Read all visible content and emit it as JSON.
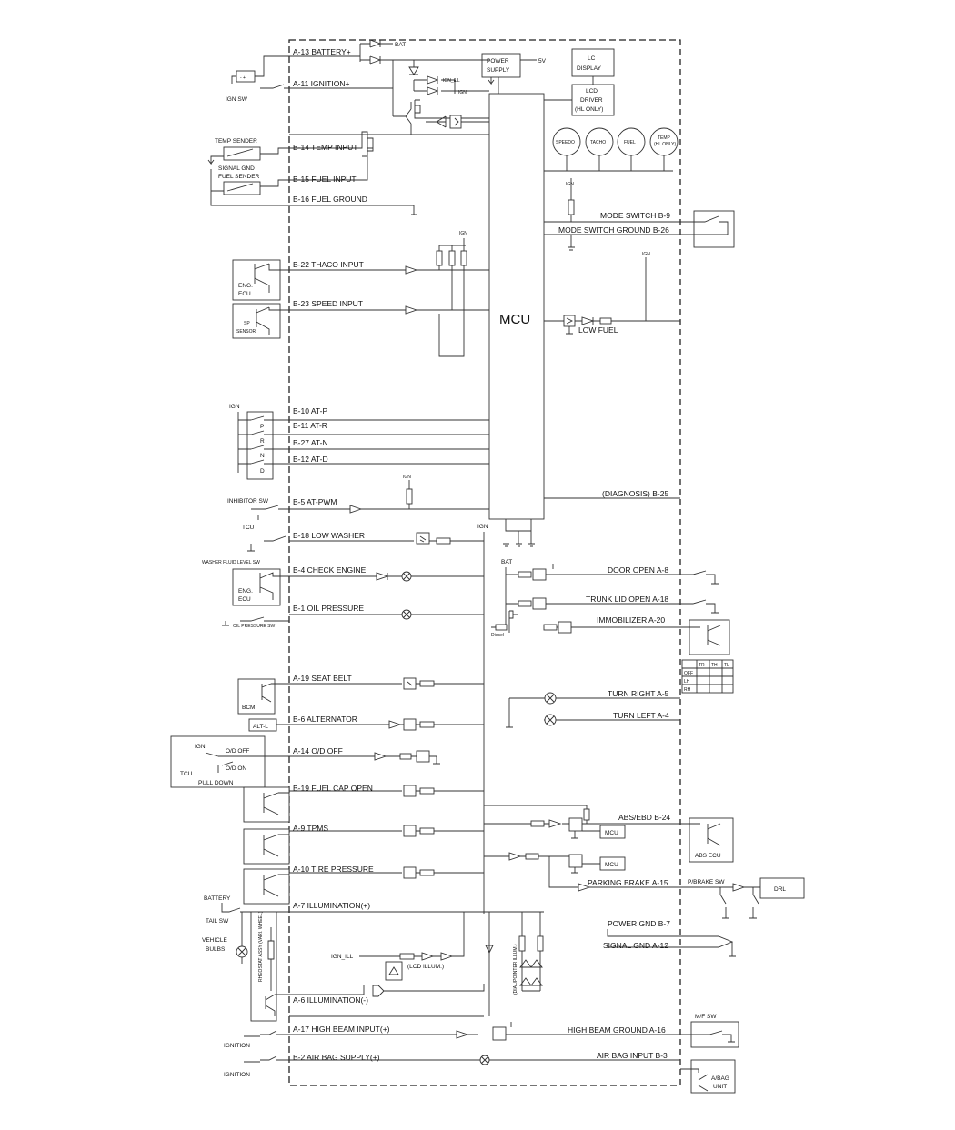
{
  "mcu_label": "MCU",
  "power_supply": [
    "POWER",
    "SUPPLY"
  ],
  "v5": "5V",
  "lc_display": [
    "LC",
    "DISPLAY"
  ],
  "lcd_driver": [
    "LCD",
    "DRIVER",
    "(HL ONLY)"
  ],
  "gauges": [
    "SPEEDO",
    "TACHO",
    "FUEL",
    "TEMP",
    "(HL ONLY)"
  ],
  "bat": "BAT",
  "ign": "IGN",
  "ign_ill": "IGN_ILL",
  "left_pins": [
    "A-13 BATTERY+",
    "A-11 IGNITION+",
    "B-14 TEMP INPUT",
    "B-15 FUEL INPUT",
    "B-16 FUEL GROUND",
    "B-22 THACO INPUT",
    "B-23 SPEED INPUT",
    "B-10 AT-P",
    "B-11 AT-R",
    "B-27 AT-N",
    "B-12 AT-D",
    "B-5 AT-PWM",
    "B-18 LOW WASHER",
    "B-4 CHECK ENGINE",
    "B-1 OIL PRESSURE",
    "A-19 SEAT BELT",
    "B-6 ALTERNATOR",
    "A-14 O/D OFF",
    "B-19 FUEL CAP OPEN",
    "A-9 TPMS",
    "A-10 TIRE PRESSURE",
    "A-7 ILLUMINATION(+)",
    "A-6 ILLUMINATION(-)",
    "A-17 HIGH BEAM INPUT(+)",
    "B-2 AIR BAG SUPPLY(+)"
  ],
  "right_pins": [
    "MODE SWITCH B-9",
    "MODE SWITCH GROUND B-26",
    "LOW FUEL",
    "(DIAGNOSIS) B-25",
    "DOOR OPEN A-8",
    "TRUNK LID OPEN A-18",
    "IMMOBILIZER A-20",
    "TURN RIGHT A-5",
    "TURN LEFT A-4",
    "ABS/EBD B-24",
    "PARKING BRAKE A-15",
    "POWER GND B-7",
    "SIGNAL GND A-12",
    "HIGH BEAM GROUND A-16",
    "AIR BAG INPUT B-3"
  ],
  "externals": {
    "ign_sw": "IGN SW",
    "temp_sender": "TEMP SENDER",
    "signal_gnd": "SIGNAL GND",
    "fuel_sender": "FUEL SENDER",
    "eng_ecu": [
      "ENG.",
      "ECU"
    ],
    "sp_sensor": [
      "SP",
      "SENSOR"
    ],
    "prnd": [
      "P",
      "R",
      "N",
      "D"
    ],
    "inhibitor_sw": "INHIBITOR SW",
    "tcu": "TCU",
    "washer": "WASHER FLUID LEVEL SW",
    "oil_sw": "OIL PRESSURE SW",
    "bcm": "BCM",
    "alt_l": "ALT-L",
    "od_off": "O/D OFF",
    "od_on": "O/D ON",
    "pull_down": "PULL DOWN",
    "battery": "BATTERY",
    "tail_sw": "TAIL SW",
    "vehicle_bulbs": [
      "VEHICLE",
      "BULBS"
    ],
    "rheostat": "RHEOSTAT ASSY (VARI. WHEEL)",
    "lcd_illum": "(LCD ILLUM.)",
    "dial_illum": "(DIAL/POINTER ILLUM.)",
    "diesel": "Diesel",
    "mcu_small": "MCU",
    "abs_ecu": "ABS ECU",
    "p_brake_sw": "P/BRAKE SW",
    "drl": "DRL",
    "mf_sw": "M/F SW",
    "ignition": "IGNITION",
    "airbag_unit": [
      "A/BAG",
      "UNIT"
    ],
    "turn_table": [
      "OFF",
      "RH",
      "LH",
      "TR",
      "TH",
      "TL"
    ]
  }
}
